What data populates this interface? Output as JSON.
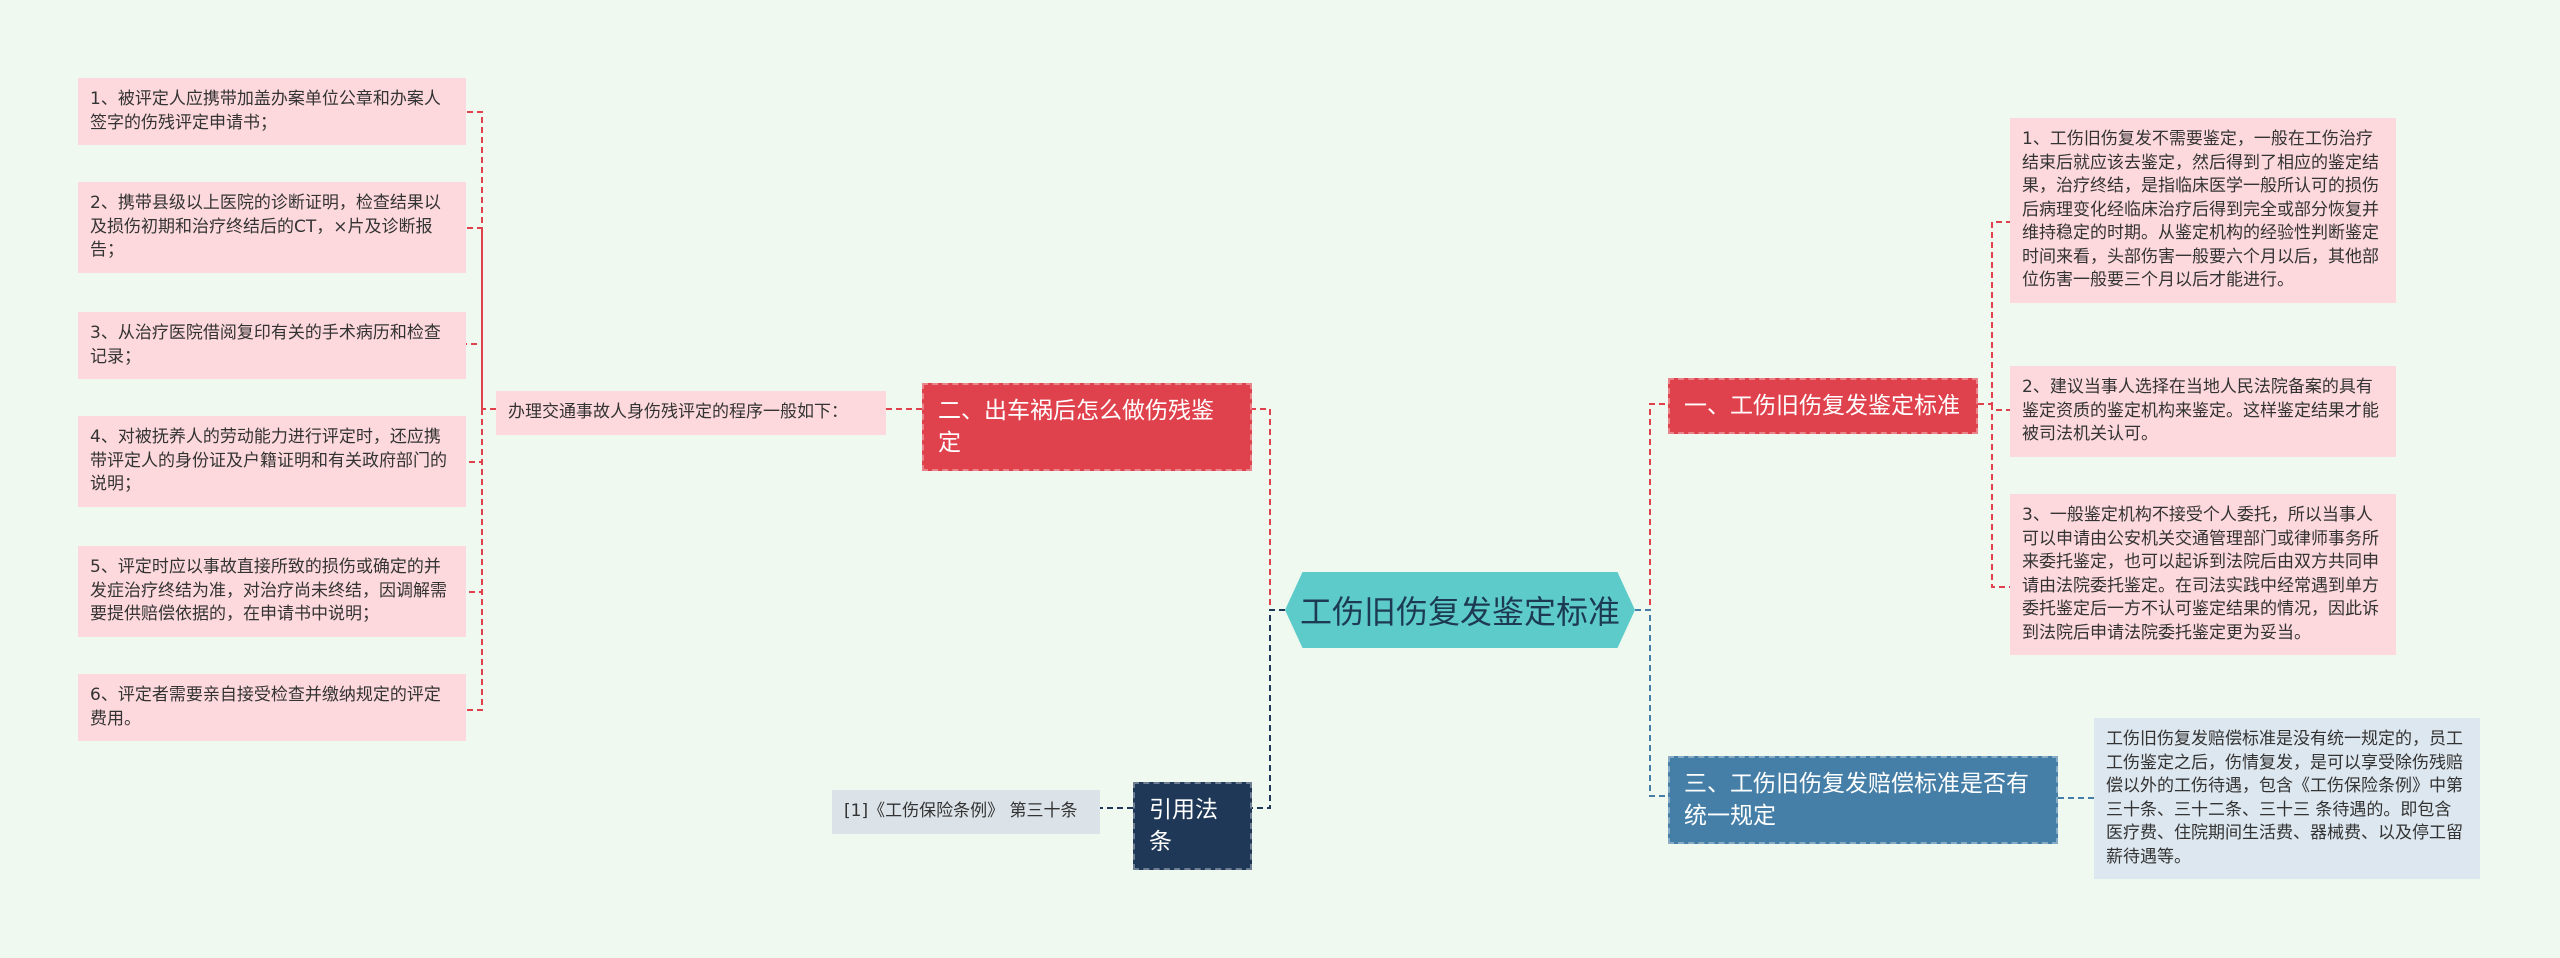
{
  "center": {
    "label": "工伤旧伤复发鉴定标准"
  },
  "branches": {
    "standard": {
      "label": "一、工伤旧伤复发鉴定标准",
      "items": [
        "1、工伤旧伤复发不需要鉴定，一般在工伤治疗结束后就应该去鉴定，然后得到了相应的鉴定结果，治疗终结，是指临床医学一般所认可的损伤后病理变化经临床治疗后得到完全或部分恢复并维持稳定的时期。从鉴定机构的经验性判断鉴定时间来看，头部伤害一般要六个月以后，其他部位伤害一般要三个月以后才能进行。",
        "2、建议当事人选择在当地人民法院备案的具有鉴定资质的鉴定机构来鉴定。这样鉴定结果才能被司法机关认可。",
        "3、一般鉴定机构不接受个人委托，所以当事人可以申请由公安机关交通管理部门或律师事务所来委托鉴定，也可以起诉到法院后由双方共同申请由法院委托鉴定。在司法实践中经常遇到单方委托鉴定后一方不认可鉴定结果的情况，因此诉到法院后申请法院委托鉴定更为妥当。"
      ]
    },
    "compensation": {
      "label": "三、工伤旧伤复发赔偿标准是否有统一规定",
      "detail": "工伤旧伤复发赔偿标准是没有统一规定的，员工工伤鉴定之后，伤情复发，是可以享受除伤残赔偿以外的工伤待遇，包含《工伤保险条例》中第三十条、三十二条、三十三 条待遇的。即包含医疗费、住院期间生活费、器械费、以及停工留薪待遇等。"
    },
    "accident": {
      "label": "二、出车祸后怎么做伤残鉴定",
      "intro": "办理交通事故人身伤残评定的程序一般如下：",
      "items": [
        "1、被评定人应携带加盖办案单位公章和办案人签字的伤残评定申请书；",
        "2、携带县级以上医院的诊断证明，检查结果以及损伤初期和治疗终结后的CT，×片及诊断报告；",
        "3、从治疗医院借阅复印有关的手术病历和检查记录；",
        "4、对被抚养人的劳动能力进行评定时，还应携带评定人的身份证及户籍证明和有关政府部门的说明；",
        "5、评定时应以事故直接所致的损伤或确定的并发症治疗终结为准，对治疗尚未终结，因调解需要提供赔偿依据的，在申请书中说明；",
        "6、评定者需要亲自接受检查并缴纳规定的评定费用。"
      ]
    },
    "citation": {
      "label": "引用法条",
      "item": "[1]《工伤保险条例》 第三十条"
    }
  },
  "colors": {
    "background": "#f0f9ef",
    "center": "#5ecbcb",
    "red": "#e0424d",
    "blue": "#457fa7",
    "navy": "#1f3858",
    "pink_leaf": "#fdd9dd",
    "gray_leaf": "#dce3e8"
  }
}
